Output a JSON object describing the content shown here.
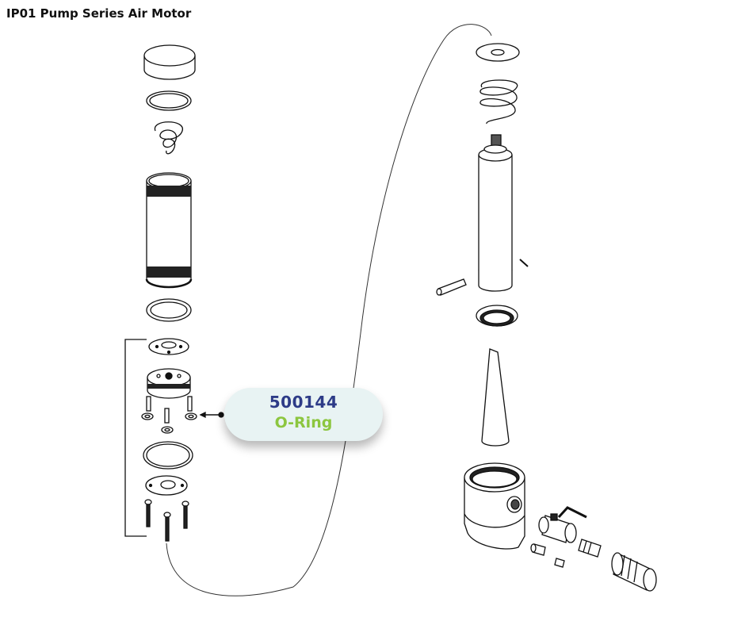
{
  "title": "IP01 Pump Series Air Motor",
  "callout": {
    "part_number": "500144",
    "part_name": "O-Ring",
    "part_number_color": "#2d3b87",
    "part_name_color": "#8cc63f"
  }
}
